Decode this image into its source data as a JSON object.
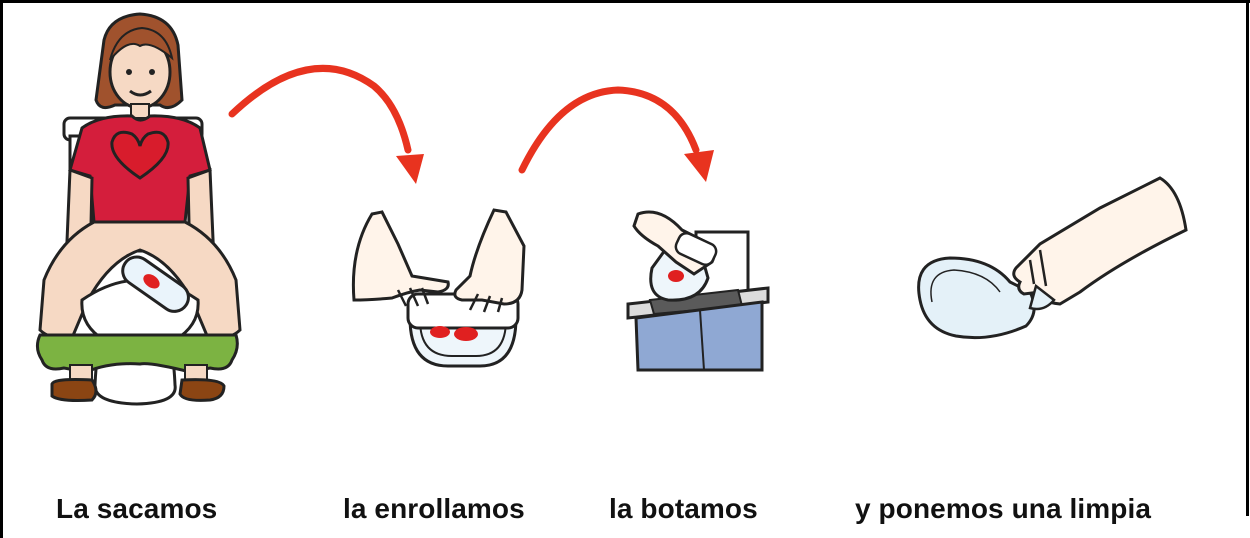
{
  "steps": [
    {
      "caption": "La sacamos"
    },
    {
      "caption": "la enrollamos"
    },
    {
      "caption": "la botamos"
    },
    {
      "caption": "y ponemos una limpia"
    }
  ],
  "colors": {
    "arrow": "#e8331f",
    "shirt": "#d41e3c",
    "heart": "#d81c2c",
    "pants": "#7cb342",
    "hair": "#a0522d",
    "skin": "#f6d9c4",
    "bin": "#8fa8d3",
    "blood": "#e02020"
  },
  "icons": [
    "girl-on-toilet-icon",
    "curved-arrow-icon",
    "hands-rolling-pad-icon",
    "curved-arrow-icon",
    "hand-dropping-pad-in-bin-icon",
    "hand-holding-clean-pad-icon"
  ]
}
